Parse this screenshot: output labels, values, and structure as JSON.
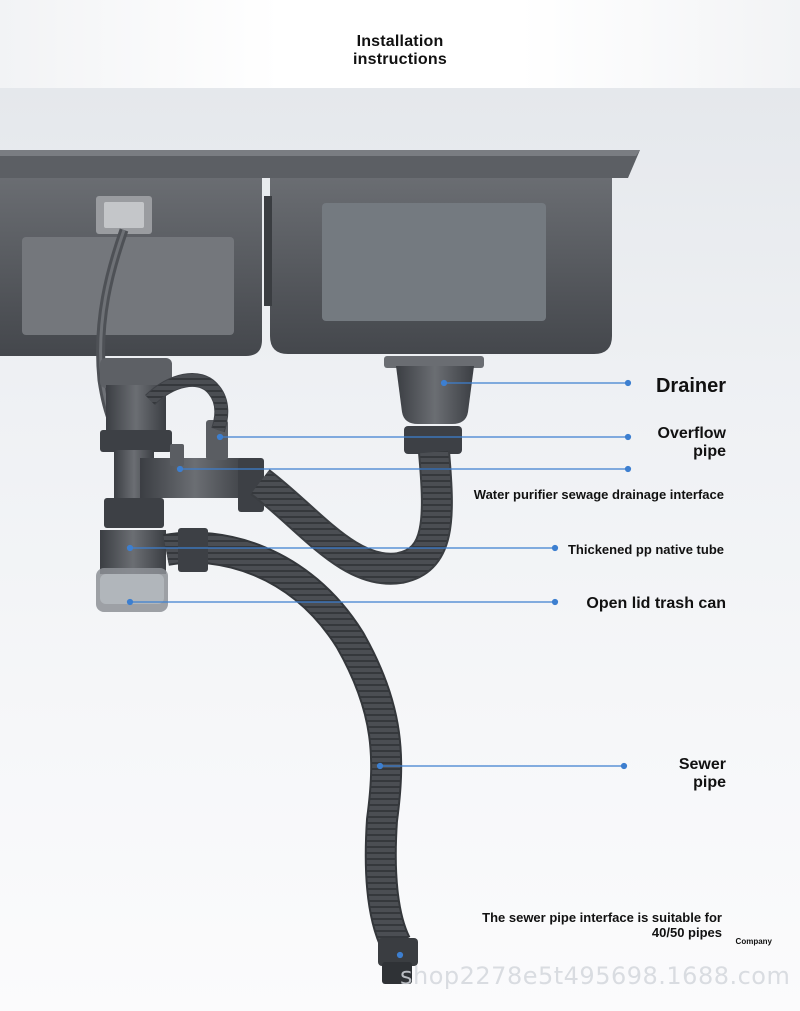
{
  "header": {
    "title_line1": "Installation",
    "title_line2": "instructions"
  },
  "labels": {
    "drainer": "Drainer",
    "overflow_line1": "Overflow",
    "overflow_line2": "pipe",
    "water_purifier": "Water purifier sewage drainage interface",
    "thickened": "Thickened pp native tube",
    "open_lid": "Open lid trash can",
    "sewer_line1": "Sewer",
    "sewer_line2": "pipe",
    "interface_line1": "The sewer pipe interface is suitable for",
    "interface_line2": "40/50 pipes",
    "company": "Company"
  },
  "watermark": "shop2278e5t495698.1688.com",
  "colors": {
    "pointer": "#3d7fd0",
    "pipe": "#4a4d52",
    "sink": "#55585d",
    "title": "#111111"
  }
}
